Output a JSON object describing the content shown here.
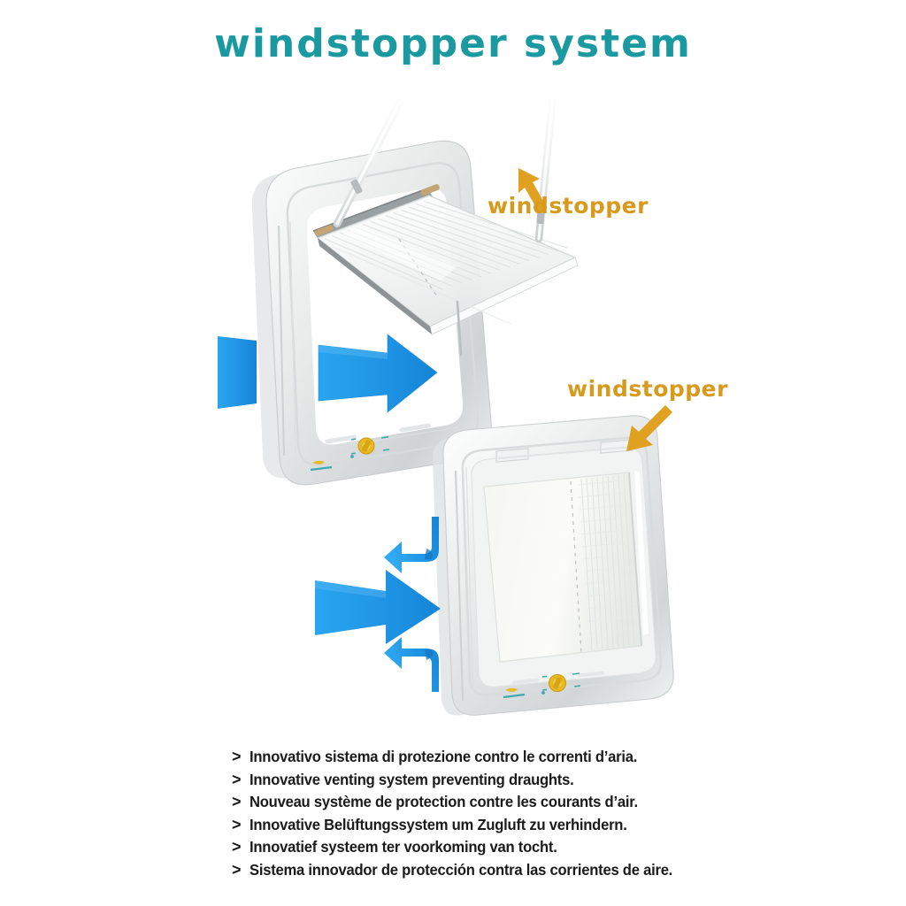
{
  "header": {
    "title": "windstopper system",
    "title_color": "#1a9aa0"
  },
  "callouts": {
    "color": "#d89a1d",
    "top": {
      "label": "windstopper",
      "arrow_icon": "arrow-up-left-icon"
    },
    "bottom": {
      "label": "windstopper",
      "arrow_icon": "arrow-down-left-icon"
    }
  },
  "illustrations": {
    "airflow_color": "#2196e8",
    "product_color": "#e9ebeb",
    "dial_color": "#e8b923",
    "top_unit": {
      "name": "cat-flap-open",
      "description": "Cat flap with flap open and windstopper wire frame raised",
      "airflow": "straight-through"
    },
    "bottom_unit": {
      "name": "cat-flap-closed",
      "description": "Cat flap closed with windstopper fitted into top notches",
      "airflow": "deflected"
    }
  },
  "bullets": {
    "marker": ">",
    "items": [
      "Innovativo sistema di protezione contro le correnti d’aria.",
      "Innovative venting system preventing draughts.",
      "Nouveau système de protection contre les courants d’air.",
      "Innovative Belüftungssystem um Zugluft zu verhindern.",
      "Innovatief systeem ter voorkoming van tocht.",
      "Sistema innovador de protección contra las corrientes de aire."
    ]
  }
}
